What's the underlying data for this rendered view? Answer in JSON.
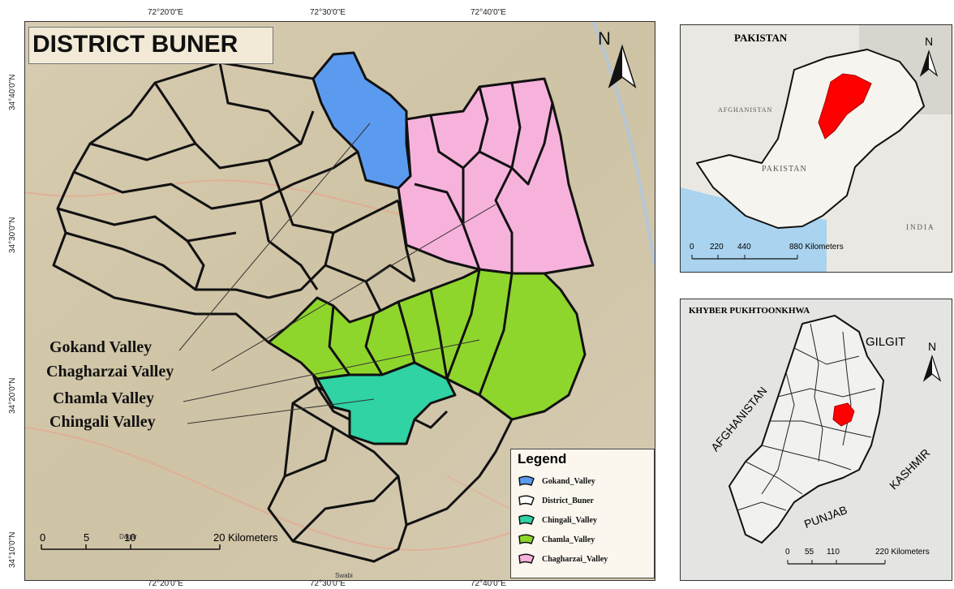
{
  "main_map": {
    "title": "DISTRICT BUNER",
    "top_coords": [
      "72°20'0\"E",
      "72°30'0\"E",
      "72°40'0\"E"
    ],
    "bottom_coords": [
      "72°20'0\"E",
      "72°30'0\"E",
      "72°40'0\"E"
    ],
    "left_coords": [
      "34°40'0\"N",
      "34°30'0\"N",
      "34°20'0\"N",
      "34°10'0\"N"
    ],
    "north_label": "N",
    "valley_labels": [
      "Gokand Valley",
      "Chagharzai Valley",
      "Chamla Valley",
      "Chingali Valley"
    ],
    "scale": {
      "ticks": [
        "0",
        "5",
        "10",
        "20 Kilometers"
      ]
    },
    "legend": {
      "title": "Legend",
      "items": [
        {
          "label": "Gokand_Valley",
          "color": "#5b9bef"
        },
        {
          "label": "District_Buner",
          "color": "#ffffff"
        },
        {
          "label": "Chingali_Valley",
          "color": "#2fd3a4"
        },
        {
          "label": "Chamla_Valley",
          "color": "#8fd62c"
        },
        {
          "label": "Chagharzai_Valley",
          "color": "#f7b2dc"
        }
      ]
    },
    "place_names": [
      "Dagar",
      "Swabi"
    ]
  },
  "pakistan_inset": {
    "title": "PAKISTAN",
    "north_label": "N",
    "country_label": "PAKISTAN",
    "neighbors": [
      "AFGHANISTAN",
      "INDIA"
    ],
    "highlight_color": "#ff0000",
    "scale": {
      "ticks": [
        "0",
        "220",
        "440",
        "880 Kilometers"
      ]
    }
  },
  "kp_inset": {
    "title": "KHYBER PUKHTOONKHWA",
    "north_label": "N",
    "region_labels": [
      "GILGIT",
      "AFGHANISTAN",
      "KASHMIR",
      "PUNJAB"
    ],
    "highlight_color": "#ff0000",
    "scale": {
      "ticks": [
        "0",
        "55",
        "110",
        "220 Kilometers"
      ]
    }
  }
}
